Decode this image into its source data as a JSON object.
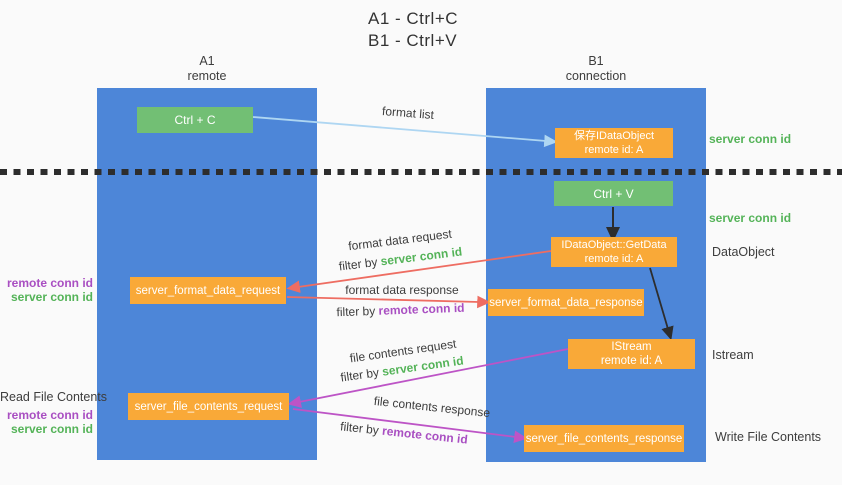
{
  "title": {
    "line1": "A1 - Ctrl+C",
    "line2": "B1 - Ctrl+V"
  },
  "lanes": {
    "left": {
      "name": "A1",
      "role": "remote"
    },
    "right": {
      "name": "B1",
      "role": "connection"
    }
  },
  "nodes": {
    "ctrl_c": "Ctrl + C",
    "ctrl_v": "Ctrl + V",
    "save_idataobject": {
      "title": "保存IDataObject",
      "subtitle": "remote id: A"
    },
    "getdata": {
      "title": "IDataObject::GetData",
      "subtitle": "remote id: A"
    },
    "istream": {
      "title": "IStream",
      "subtitle": "remote id: A"
    },
    "server_format_data_request": "server_format_data_request",
    "server_format_data_response": "server_format_data_response",
    "server_file_contents_request": "server_file_contents_request",
    "server_file_contents_response": "server_file_contents_response"
  },
  "arrow_labels": {
    "format_list": "format list",
    "format_data_request": {
      "main": "format data request",
      "filter_prefix": "filter by ",
      "filter_key": "server conn id"
    },
    "format_data_response": {
      "main": "format data response",
      "filter_prefix": "filter by ",
      "filter_key": "remote conn id"
    },
    "file_contents_request": {
      "main": "file contents request",
      "filter_prefix": "filter by ",
      "filter_key": "server conn id"
    },
    "file_contents_response": {
      "main": "file contents response",
      "filter_prefix": "filter by ",
      "filter_key": "remote conn id"
    }
  },
  "right_labels": {
    "server_conn_id_1": "server conn id",
    "server_conn_id_2": "server conn id",
    "dataobject": "DataObject",
    "istream": "Istream",
    "write_file_contents": "Write File Contents"
  },
  "left_labels": {
    "pair1": {
      "remote": "remote conn id",
      "server": "server conn id"
    },
    "read_file_contents": "Read File Contents",
    "pair2": {
      "remote": "remote conn id",
      "server": "server conn id"
    }
  },
  "colors": {
    "lane_blue": "#4d86d8",
    "box_green": "#72bf74",
    "box_orange": "#f9a938",
    "arrow_blue": "#aed6f2",
    "arrow_red": "#ee6d62",
    "arrow_magenta": "#bd54c6",
    "text_green": "#54b358",
    "text_purple": "#a94fc2"
  }
}
